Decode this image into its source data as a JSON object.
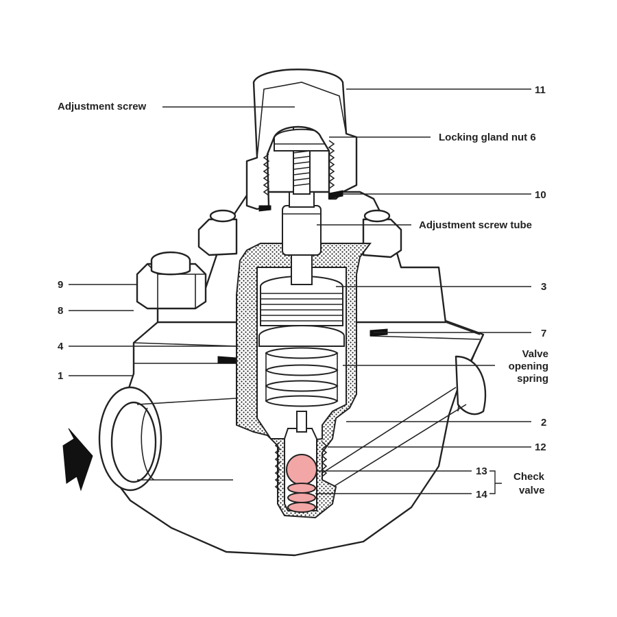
{
  "labels": {
    "adjustment_screw": "Adjustment screw",
    "locking_gland_nut": "Locking gland nut 6",
    "adjustment_screw_tube": "Adjustment screw tube",
    "valve_opening_spring_1": "Valve",
    "valve_opening_spring_2": "opening",
    "valve_opening_spring_3": "spring",
    "check_valve_1": "Check",
    "check_valve_2": "valve",
    "n11": "11",
    "n10": "10",
    "n3": "3",
    "n7": "7",
    "n2": "2",
    "n12": "12",
    "n13": "13",
    "n14": "14",
    "n9": "9",
    "n8": "8",
    "n4": "4",
    "n1": "1"
  },
  "colors": {
    "outline": "#222222",
    "check_valve_highlight": "#f2a6a6",
    "arrow": "#111111"
  },
  "icons": {
    "flow_direction": "flow-arrow-icon"
  }
}
